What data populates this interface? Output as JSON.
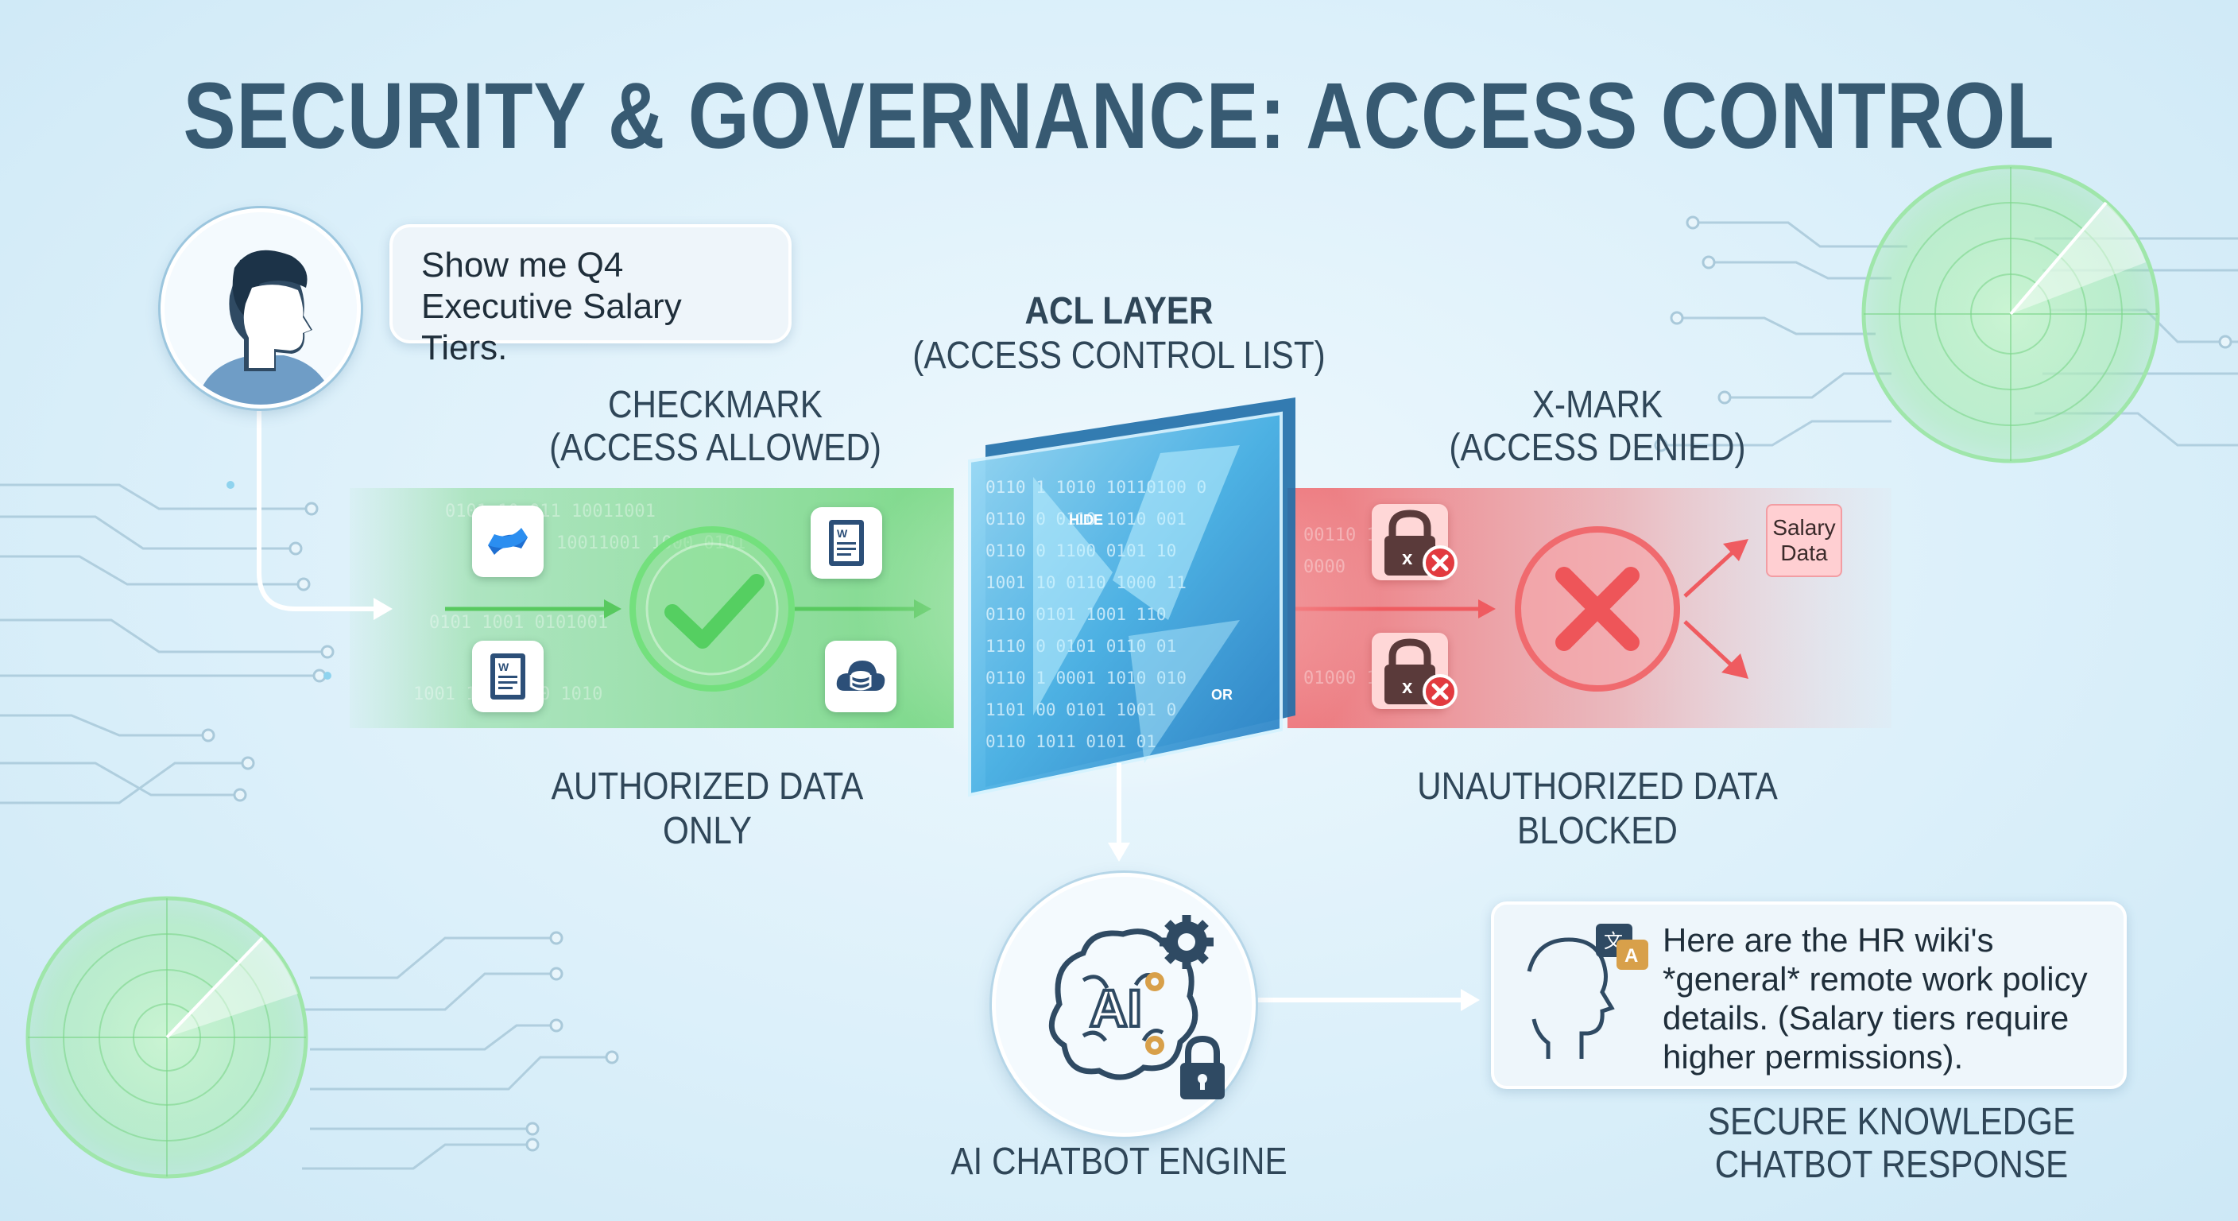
{
  "title": "SECURITY & GOVERNANCE: ACCESS CONTROL",
  "user": {
    "query": "Show me Q4 Executive Salary Tiers."
  },
  "acl": {
    "title": "ACL LAYER",
    "subtitle": "(ACCESS CONTROL LIST)",
    "panel_texts": [
      "HIDE",
      "OR"
    ]
  },
  "allowed": {
    "heading": "CHECKMARK",
    "subheading": "(ACCESS ALLOWED)",
    "caption": "AUTHORIZED DATA ONLY",
    "icons": [
      "confluence-icon",
      "word-document-icon",
      "word-document-icon",
      "cloud-database-icon"
    ],
    "color": "#5fd46a"
  },
  "denied": {
    "heading": "X-MARK",
    "subheading": "(ACCESS DENIED)",
    "caption": "UNAUTHORIZED DATA BLOCKED",
    "blocked_item": "Salary Data",
    "icons": [
      "locked-file-icon",
      "locked-file-icon"
    ],
    "color": "#f0686c"
  },
  "engine": {
    "logo_text": "AI",
    "caption": "AI CHATBOT ENGINE"
  },
  "response": {
    "text": "Here are the HR wiki's *general* remote work policy details. (Salary tiers require higher permissions).",
    "caption_line1": "SECURE KNOWLEDGE",
    "caption_line2": "CHATBOT RESPONSE"
  }
}
